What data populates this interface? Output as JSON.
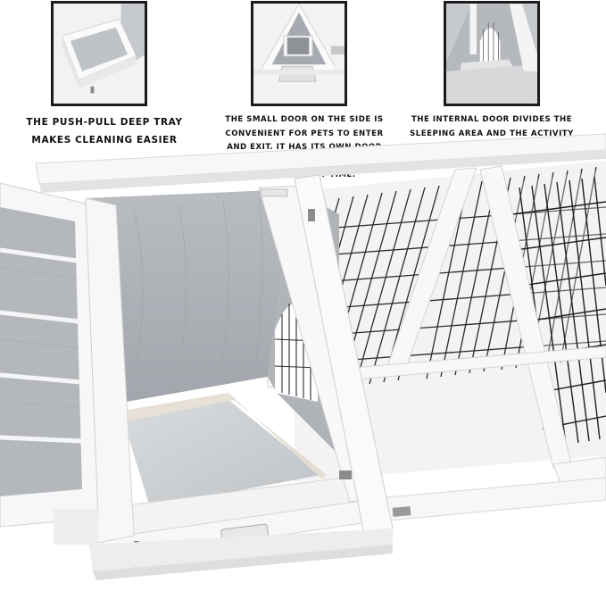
{
  "insets": [
    {
      "name": "push-pull-tray-detail"
    },
    {
      "name": "side-door-detail"
    },
    {
      "name": "internal-door-detail"
    }
  ],
  "captions": [
    {
      "text": "THE PUSH-PULL DEEP TRAY\nMAKES CLEANING EASIER"
    },
    {
      "text": "THE SMALL DOOR ON THE SIDE IS\nCONVENIENT FOR PETS TO ENTER\nAND EXIT. IT HAS ITS OWN DOOR\nLOCK AND CAN BE OPENED OR\nCLOSED AT ANY TIME."
    },
    {
      "text": "THE INTERNAL DOOR DIVIDES THE\nSLEEPING AREA AND THE ACTIVITY\nAREA, AND PETS CAN ENTER AND\nEXIT FREELY"
    }
  ],
  "colors": {
    "frame_white": "#f7f7f7",
    "frame_edge": "#d8d8d8",
    "panel_grey": "#a9adb3",
    "panel_light": "#c9ccd0",
    "wire": "#2a2a2a",
    "tray_metal": "#cfd2d4",
    "inset_border": "#1c1c1c",
    "caption_text": "#111111"
  }
}
